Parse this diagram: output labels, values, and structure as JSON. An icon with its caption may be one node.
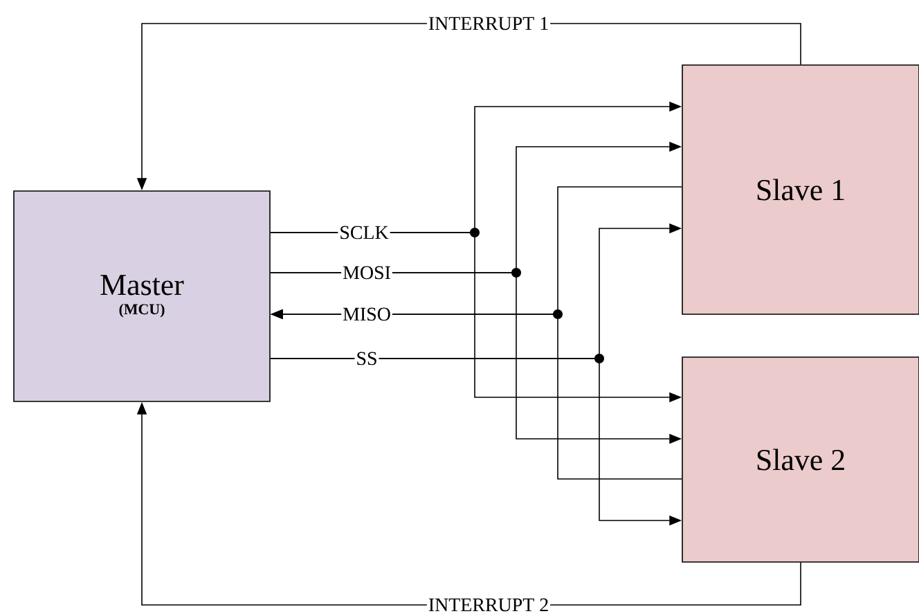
{
  "diagram": {
    "nodes": [
      {
        "text": [
          "Master",
          "(MCU)"
        ]
      },
      {
        "text": [
          "Slave 1"
        ]
      },
      {
        "text": [
          "Slave 2"
        ]
      }
    ],
    "edges": [
      {
        "from": 0,
        "to": 1,
        "arrow": "to",
        "label": "SCLK"
      },
      {
        "from": 0,
        "to": 2,
        "arrow": "to"
      },
      {
        "from": 0,
        "to": 1,
        "arrow": "to",
        "label": "MOSI"
      },
      {
        "from": 0,
        "to": 2,
        "arrow": "to"
      },
      {
        "from": 1,
        "to": 0,
        "arrow": "to",
        "label": "MISO"
      },
      {
        "from": 2,
        "to": 0,
        "arrow": "to"
      },
      {
        "from": 0,
        "to": 1,
        "arrow": "to",
        "label": "SS"
      },
      {
        "from": 0,
        "to": 2,
        "arrow": "to"
      },
      {
        "from": 1,
        "to": 0,
        "arrow": "to",
        "label": "INTERRUPT 1"
      },
      {
        "from": 2,
        "to": 0,
        "arrow": "to",
        "label": "INTERRUPT 2"
      }
    ]
  }
}
